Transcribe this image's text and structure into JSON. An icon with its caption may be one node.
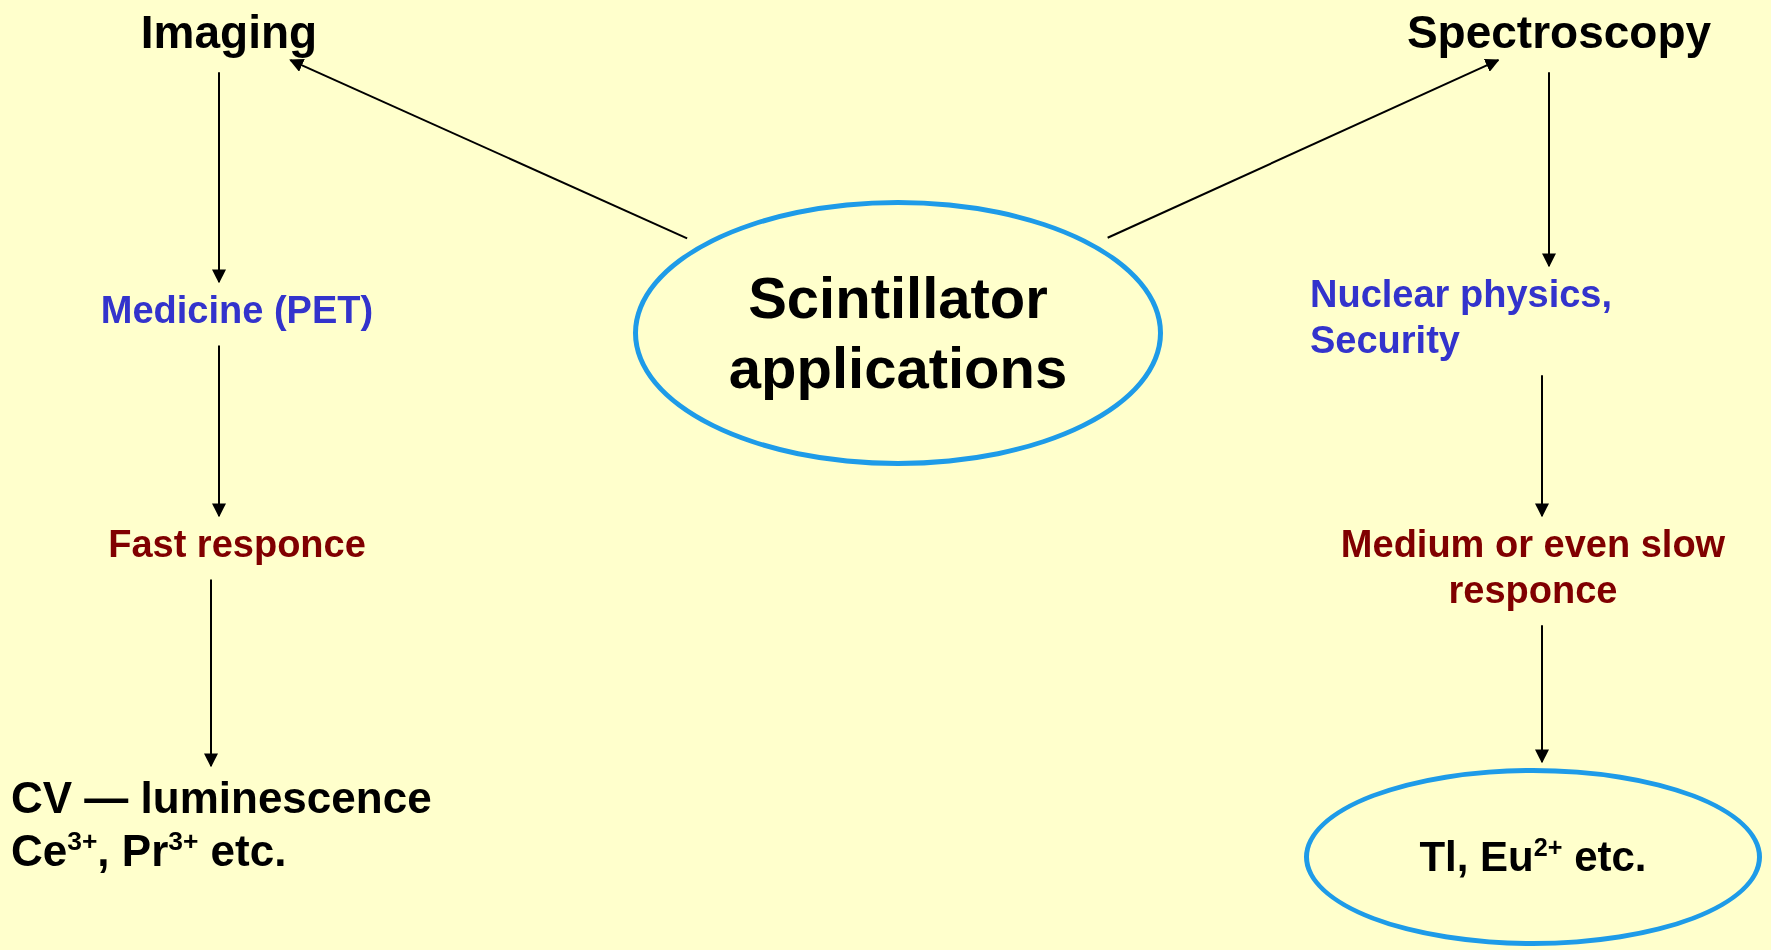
{
  "diagram": {
    "nodes": [
      {
        "text": [
          "Scintillator applications"
        ]
      },
      {
        "text": [
          "Imaging"
        ]
      },
      {
        "text": [
          "Spectroscopy"
        ]
      },
      {
        "text": [
          "Medicine (PET)"
        ]
      },
      {
        "text": [
          "Fast responce"
        ]
      },
      {
        "text": [
          "CV — luminescence",
          "Ce$^{3+}$, Pr$^{3+}$ etc."
        ]
      },
      {
        "text": [
          "Nuclear physics, Security"
        ]
      },
      {
        "text": [
          "Medium or even slow responce"
        ]
      },
      {
        "text": [
          "Tl, Eu$^{2+}$ etc."
        ]
      }
    ],
    "edges": [
      {
        "from": 0,
        "to": 1,
        "arrow": "to"
      },
      {
        "from": 0,
        "to": 2,
        "arrow": "to"
      },
      {
        "from": 1,
        "to": 3,
        "arrow": "to"
      },
      {
        "from": 3,
        "to": 4,
        "arrow": "to"
      },
      {
        "from": 4,
        "to": 5,
        "arrow": "to"
      },
      {
        "from": 2,
        "to": 6,
        "arrow": "to"
      },
      {
        "from": 6,
        "to": 7,
        "arrow": "to"
      },
      {
        "from": 7,
        "to": 8,
        "arrow": "to"
      }
    ]
  }
}
